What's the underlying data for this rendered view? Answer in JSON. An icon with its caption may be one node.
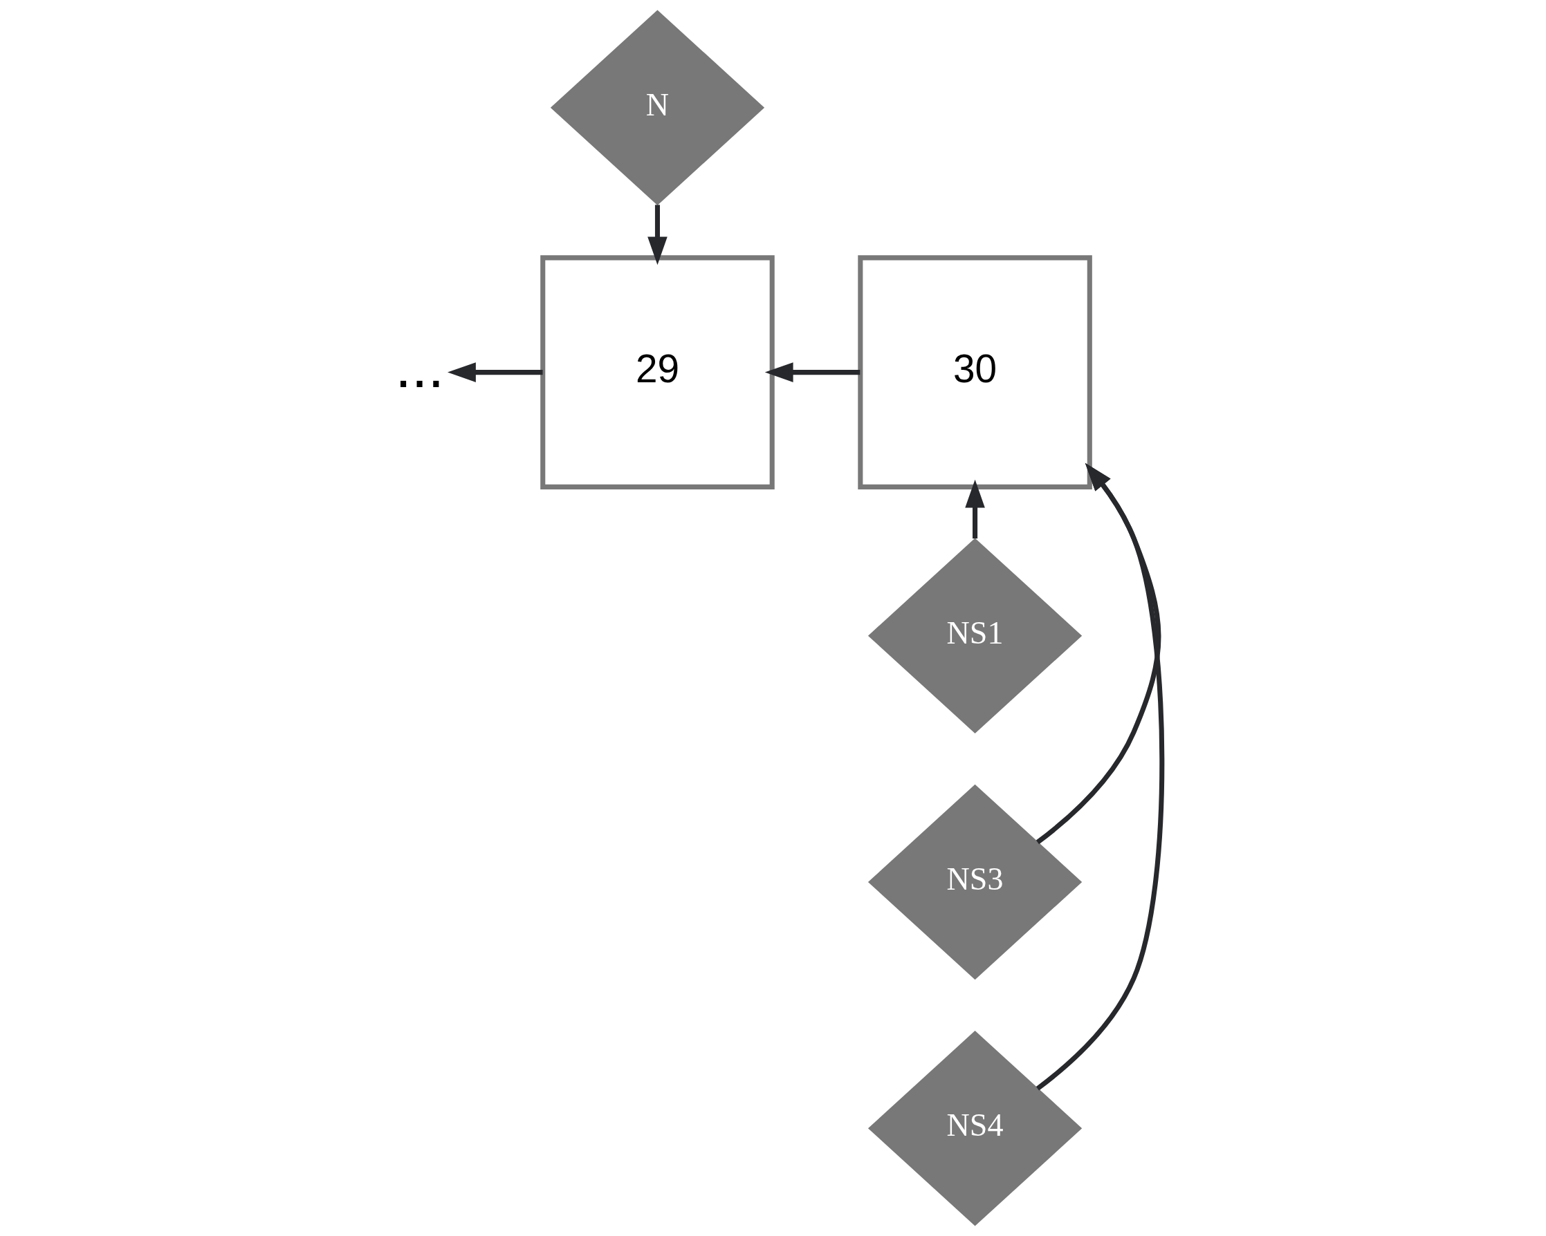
{
  "diagram": {
    "nodes": [
      {
        "text": [
          "N"
        ]
      },
      {
        "text": [
          "NS1"
        ]
      },
      {
        "text": [
          "NS3"
        ]
      },
      {
        "text": [
          "..."
        ]
      },
      {
        "text": [
          "29"
        ]
      },
      {
        "text": [
          "30"
        ]
      },
      {
        "text": [
          "NS4"
        ]
      }
    ],
    "edges": [
      {
        "from": 0,
        "to": 4,
        "arrow": "to"
      },
      {
        "from": 1,
        "to": 5,
        "arrow": "to"
      },
      {
        "from": 2,
        "to": 5,
        "arrow": "to"
      },
      {
        "from": 5,
        "to": 4,
        "arrow": "to"
      },
      {
        "from": 4,
        "to": 3,
        "arrow": "to"
      },
      {
        "from": 6,
        "to": 5,
        "arrow": "to"
      }
    ]
  }
}
